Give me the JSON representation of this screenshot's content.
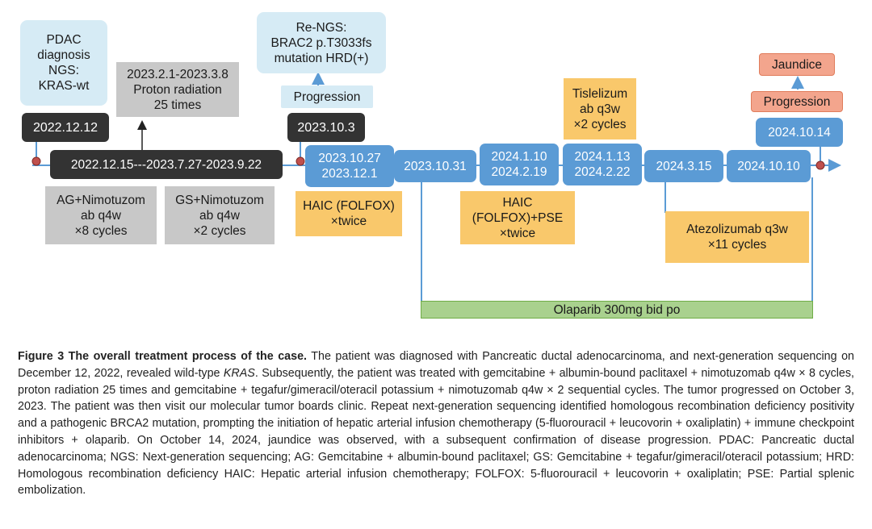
{
  "timeline": {
    "pdac_box": "PDAC\ndiagnosis\nNGS:\nKRAS-wt",
    "date_2022_12_12": "2022.12.12",
    "proton_box": "2023.2.1-2023.3.8\nProton radiation\n25 times",
    "date_range_long": "2022.12.15---2023.7.27-2023.9.22",
    "ag_box": "AG+Nimotuzom\nab q4w\n×8 cycles",
    "gs_box": "GS+Nimotuzom\nab q4w\n×2 cycles",
    "renGS_box": "Re-NGS:\nBRAC2 p.T3033fs\nmutation HRD(+)",
    "progression_1": "Progression",
    "date_2023_10_3": "2023.10.3",
    "date_2023_10_27": "2023.10.27\n2023.12.1",
    "haic_1": "HAIC (FOLFOX)\n×twice",
    "date_2023_10_31": "2023.10.31",
    "date_2024_1_10": "2024.1.10\n2024.2.19",
    "haic_2": "HAIC\n(FOLFOX)+PSE\n×twice",
    "tislelizumab": "Tislelizum\nab q3w\n×2 cycles",
    "date_2024_1_13": "2024.1.13\n2024.2.22",
    "date_2024_3_15": "2024.3.15",
    "atezolizumab": "Atezolizumab q3w\n×11 cycles",
    "date_2024_10_10": "2024.10.10",
    "jaundice": "Jaundice",
    "progression_2": "Progression",
    "date_2024_10_14": "2024.10.14",
    "olaparib": "Olaparib 300mg bid po"
  },
  "caption": {
    "figure_label": "Figure 3 The overall treatment process of the case.",
    "part1": " The patient was diagnosed with Pancreatic ductal adenocarcinoma, and next-generation sequencing on December 12, 2022, revealed wild-type ",
    "kras": "KRAS",
    "part2": ". Subsequently, the patient was treated with gemcitabine + albumin-bound paclitaxel + nimotuzomab q4w × 8 cycles, proton radiation 25 times and gemcitabine + tegafur/gimeracil/oteracil potassium + nimotuzomab q4w × 2 sequential cycles. The tumor progressed on October 3, 2023. The patient was then visit our molecular tumor boards clinic. Repeat next-generation sequencing identified homologous recombination deficiency positivity and a pathogenic BRCA2 mutation, prompting the initiation of hepatic arterial infusion chemotherapy (5-fluorouracil + leucovorin + oxaliplatin) + immune checkpoint inhibitors + olaparib. On October 14, 2024, jaundice was observed, with a subsequent confirmation of disease progression. PDAC: Pancreatic ductal adenocarcinoma; NGS: Next-generation sequencing; AG: Gemcitabine + albumin-bound paclitaxel; GS: Gemcitabine + tegafur/gimeracil/oteracil potassium; HRD: Homologous recombination deficiency HAIC: Hepatic arterial infusion chemotherapy; FOLFOX: 5-fluorouracil + leucovorin + oxaliplatin; PSE: Partial splenic embolization."
  }
}
